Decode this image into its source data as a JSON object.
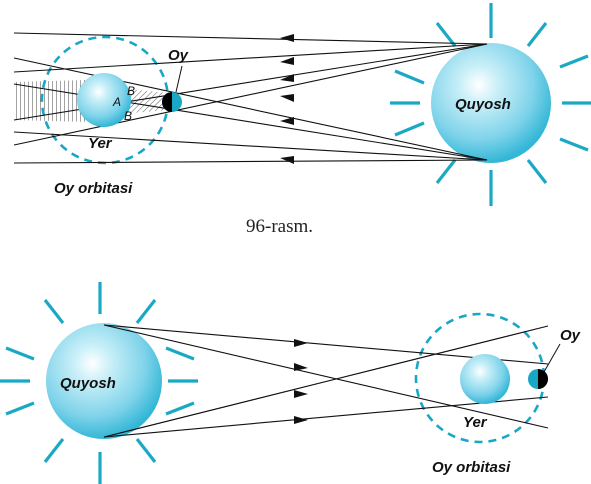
{
  "labels": {
    "moon_top": "Oy",
    "sun_top": "Quyosh",
    "earth_top": "Yer",
    "point_a": "A",
    "point_b_upper": "B",
    "point_b_lower": "B",
    "orbit_top": "Oy orbitasi",
    "caption": "96-rasm.",
    "sun_bottom": "Quyosh",
    "moon_bottom": "Oy",
    "earth_bottom": "Yer",
    "orbit_bottom": "Oy orbitasi"
  },
  "colors": {
    "sphere_light": "#e8f8fc",
    "sphere_mid": "#8ad8ec",
    "sphere_dark": "#2fb6d6",
    "sun_rays": "#1aa9c4",
    "orbit": "#19a7c6",
    "rays": "#111111"
  }
}
